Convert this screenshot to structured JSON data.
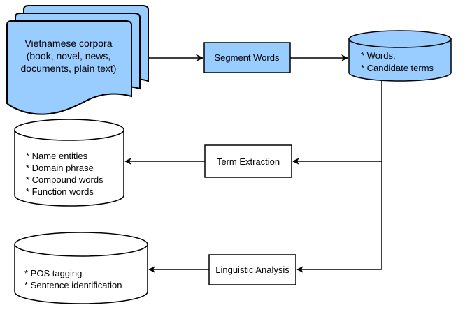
{
  "corpora": {
    "lines": [
      "Vietnamese corpora",
      "(book, novel, news,",
      "documents, plain text)"
    ]
  },
  "segment_words": {
    "label": "Segment Words"
  },
  "words_store": {
    "lines": [
      "* Words,",
      "* Candidate terms"
    ]
  },
  "term_extraction": {
    "label": "Term Extraction"
  },
  "terms_store": {
    "lines": [
      "* Name entities",
      "* Domain phrase",
      "* Compound words",
      "* Function words"
    ]
  },
  "linguistic_analysis": {
    "label": "Linguistic Analysis"
  },
  "analysis_store": {
    "lines": [
      "* POS tagging",
      "* Sentence identification"
    ]
  },
  "colors": {
    "fill_blue": "#99ccff",
    "fill_white": "#ffffff",
    "stroke": "#000000"
  }
}
